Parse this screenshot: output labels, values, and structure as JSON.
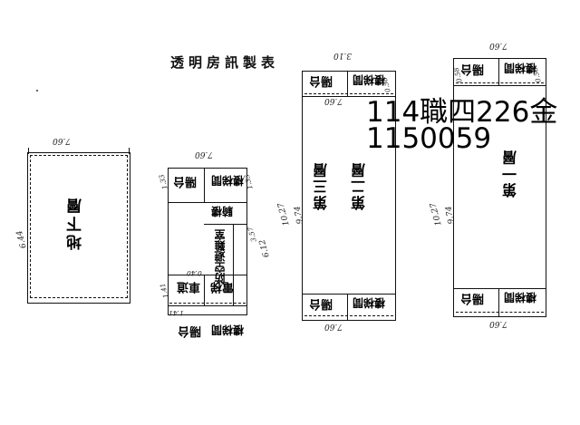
{
  "document": {
    "title": "透明房訊製表",
    "kind": "building-floor-plan-scan",
    "background_color": "#ffffff",
    "ink_color": "#111111"
  },
  "overlay_stamp": {
    "line1": "114職四226金",
    "line2": "1150059",
    "color": "#000000"
  },
  "stray_mark": "'",
  "blocks": [
    {
      "id": "basement",
      "label": "地下層",
      "dim_top": "7.60",
      "dim_left": "6.44",
      "rooms": []
    },
    {
      "id": "ground-annex",
      "label": "",
      "dim_top": "7.60",
      "dim_right_outer": "6.12",
      "dim_segments_right": [
        "1.33",
        "3.57"
      ],
      "dim_segments_left": [
        "1.33",
        "1.41"
      ],
      "dim_bottom_small": "1.41",
      "dim_inner": "0.40",
      "rooms": [
        {
          "name": "陽台",
          "pos": "top-left"
        },
        {
          "name": "樓梯間",
          "pos": "top-right"
        },
        {
          "name": "騎樓",
          "pos": "mid-right"
        },
        {
          "name": "防空避難室",
          "pos": "center"
        },
        {
          "name": "車道",
          "pos": "bottom-left"
        },
        {
          "name": "電梯",
          "pos": "bottom-mid"
        },
        {
          "name": "陽台",
          "pos": "below-left"
        },
        {
          "name": "樓梯間",
          "pos": "below-right"
        }
      ]
    },
    {
      "id": "floors-2-3",
      "label_a": "第三層",
      "label_b": "第二層",
      "dim_top": "7.60",
      "dim_top_outer": "3.10",
      "dim_bottom": "7.60",
      "dim_left": "10.27",
      "dim_left_inner": "9.74",
      "dim_right_small": "0.58",
      "rooms": [
        {
          "name": "陽台",
          "pos": "bottom-left"
        },
        {
          "name": "樓梯間",
          "pos": "bottom-right"
        },
        {
          "name": "陽台",
          "pos": "top-left"
        },
        {
          "name": "樓梯間",
          "pos": "top-right"
        }
      ]
    },
    {
      "id": "floor-1",
      "label": "第一層",
      "dim_top": "7.60",
      "dim_bottom": "7.60",
      "dim_left": "10.27",
      "dim_left_inner": "9.74",
      "dim_corner_a": "0.58",
      "dim_corner_b": "0.58",
      "rooms": [
        {
          "name": "陽台",
          "pos": "top-left"
        },
        {
          "name": "樓梯間",
          "pos": "top-right"
        },
        {
          "name": "陽台",
          "pos": "bottom-left"
        },
        {
          "name": "樓梯間",
          "pos": "bottom-right"
        }
      ]
    }
  ]
}
